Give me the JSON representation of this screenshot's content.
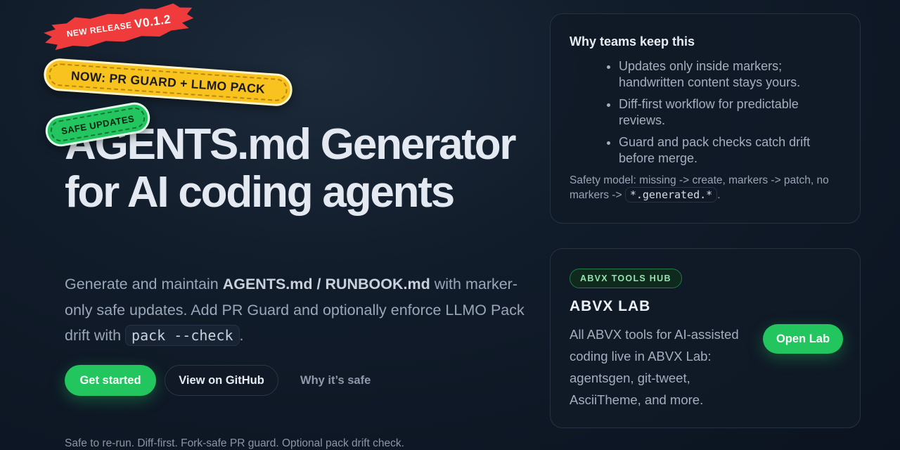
{
  "stickers": {
    "release_small": "NEW RELEASE",
    "release_version": "V0.1.2",
    "now": "NOW: PR GUARD + LLMO PACK",
    "safe": "SAFE UPDATES"
  },
  "hero": {
    "title": "AGENTS.md Generator for AI coding agents",
    "subtitle": {
      "part1": "Generate and maintain ",
      "bold1": "AGENTS.md",
      "sep": " / ",
      "bold2": "RUNBOOK.md",
      "part2": " with marker-only safe updates. Add PR Guard and optionally enforce LLMO Pack drift with ",
      "code": "pack --check",
      "end": "."
    },
    "cta": {
      "primary": "Get started",
      "secondary": "View on GitHub",
      "link": "Why it’s safe"
    },
    "footnote": "Safe to re-run. Diff-first. Fork-safe PR guard. Optional pack drift check."
  },
  "why_card": {
    "title": "Why teams keep this",
    "items": [
      "Updates only inside markers; handwritten content stays yours.",
      "Diff-first workflow for predictable reviews.",
      "Guard and pack checks catch drift before merge."
    ],
    "safety_text": "Safety model: missing -> create, markers -> patch, no markers -> ",
    "safety_code": "*.generated.*",
    "safety_end": "."
  },
  "lab_card": {
    "badge": "ABVX TOOLS HUB",
    "title": "ABVX LAB",
    "description": "All ABVX tools for AI-assisted coding live in ABVX Lab: agentsgen, git-tweet, AsciiTheme, and more.",
    "button": "Open Lab"
  },
  "colors": {
    "accent_green": "#22c55e",
    "sticker_red": "#ef3b3b",
    "sticker_yellow": "#f8c21f",
    "background": "#0f1a28"
  }
}
